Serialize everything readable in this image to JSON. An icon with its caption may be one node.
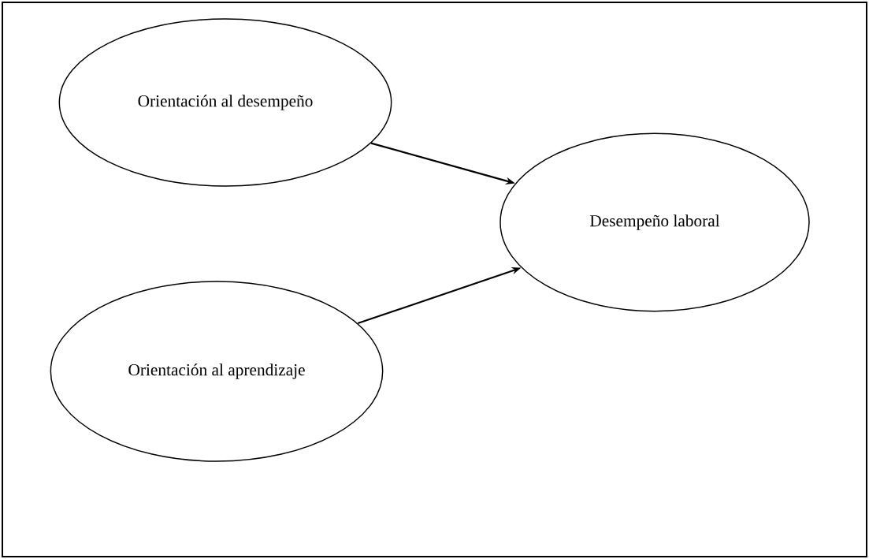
{
  "diagram": {
    "nodes": [
      {
        "text": [
          "Orientación al desempeño"
        ]
      },
      {
        "text": [
          "Desempeño laboral"
        ]
      },
      {
        "text": [
          "Orientación al aprendizaje"
        ]
      }
    ],
    "edges": [
      {
        "from": 0,
        "to": 1,
        "arrow": "to"
      },
      {
        "from": 2,
        "to": 1,
        "arrow": "to"
      }
    ]
  }
}
